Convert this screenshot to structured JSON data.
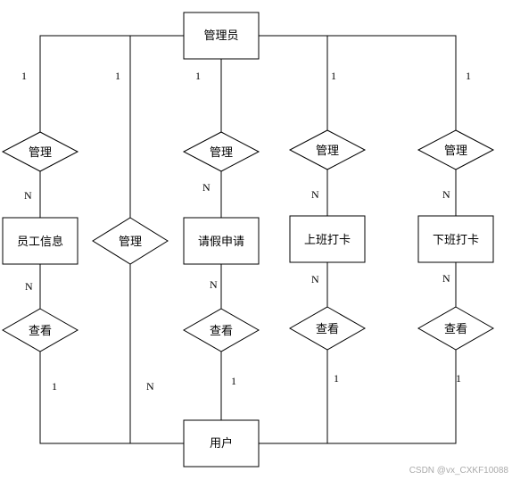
{
  "entities": {
    "admin": "管理员",
    "staff_info": "员工信息",
    "leave_request": "请假申请",
    "clock_in": "上班打卡",
    "clock_out": "下班打卡",
    "user": "用户"
  },
  "relationships": {
    "manage": "管理",
    "view": "查看"
  },
  "cardinality": {
    "one": "1",
    "many": "N"
  },
  "watermark": "CSDN @vx_CXKF10088"
}
